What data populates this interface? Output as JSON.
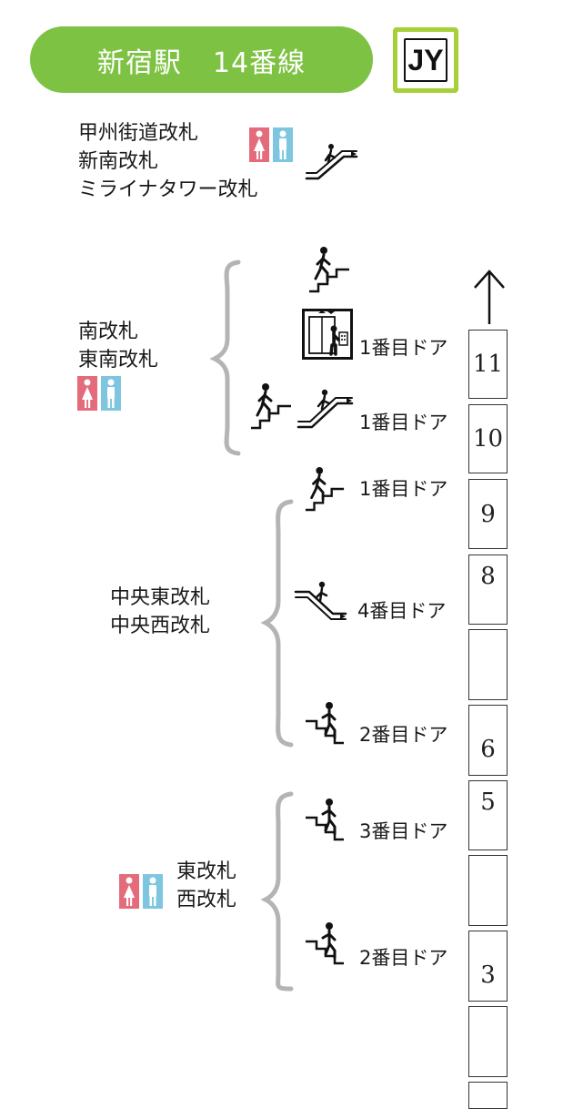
{
  "header": {
    "station": "新宿駅",
    "platform": "14番線",
    "bg_color": "#7dc243",
    "line_code": "JY",
    "badge_color": "#a6cf3a"
  },
  "colors": {
    "female": "#e46b7c",
    "male": "#7ec6df",
    "bracket": "#b4b4b4"
  },
  "gates": [
    {
      "lines": [
        "甲州街道改札",
        "新南改札",
        "ミライナタワー改札"
      ]
    },
    {
      "lines": [
        "南改札",
        "東南改札"
      ]
    },
    {
      "lines": [
        "中央東改札",
        "中央西改札"
      ]
    },
    {
      "lines": [
        "東改札",
        "西改札"
      ]
    }
  ],
  "doors": [
    "1番目ドア",
    "1番目ドア",
    "1番目ドア",
    "4番目ドア",
    "2番目ドア",
    "3番目ドア",
    "2番目ドア"
  ],
  "cars": [
    "11",
    "10",
    "9",
    "8",
    "",
    "6",
    "5",
    "",
    "3",
    "",
    ""
  ],
  "icons": {
    "restroom": "restroom-icon",
    "escalator": "escalator-icon",
    "stairs": "stairs-icon",
    "elevator": "elevator-icon",
    "direction": "up-arrow-icon"
  }
}
